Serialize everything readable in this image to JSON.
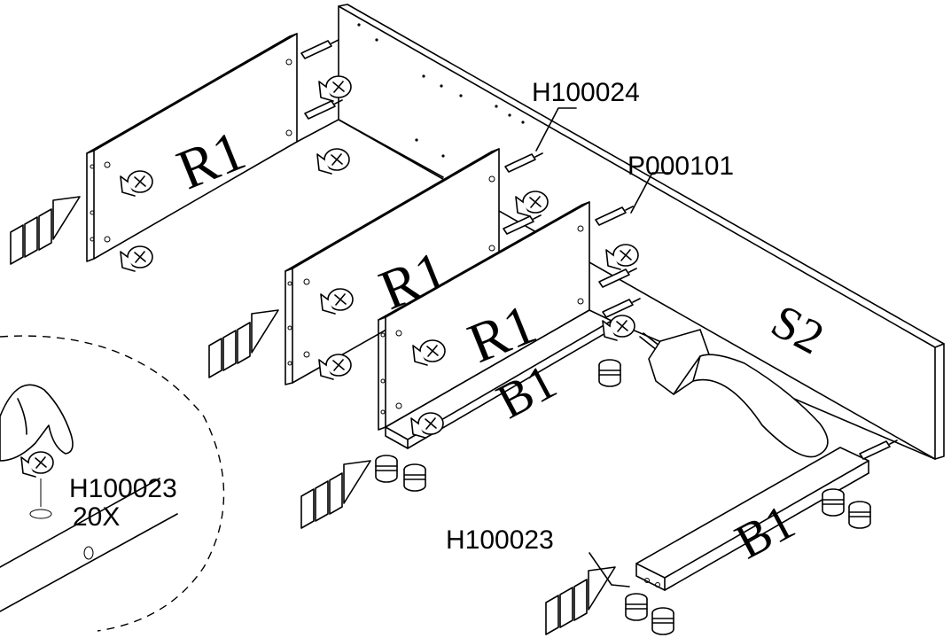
{
  "callouts": {
    "top_screw": "H100024",
    "dowel": "P000101",
    "cam_fitting_detail": "H100023",
    "cam_quantity": "20X",
    "bottom_cam": "H100023"
  },
  "panels": {
    "upper_side_panel": "R1",
    "middle_side_panel": "R1",
    "front_side_panel": "R1",
    "back_panel": "S2",
    "base_panel_middle": "B1",
    "base_panel_front": "B1"
  },
  "icons": {
    "push_arrow": "push-direction-arrow-icon",
    "screwdriver": "screwdriver-icon",
    "hand": "hand-icon",
    "cam_lock": "cam-lock-icon"
  },
  "colors": {
    "line": "#000000",
    "background": "#ffffff"
  }
}
